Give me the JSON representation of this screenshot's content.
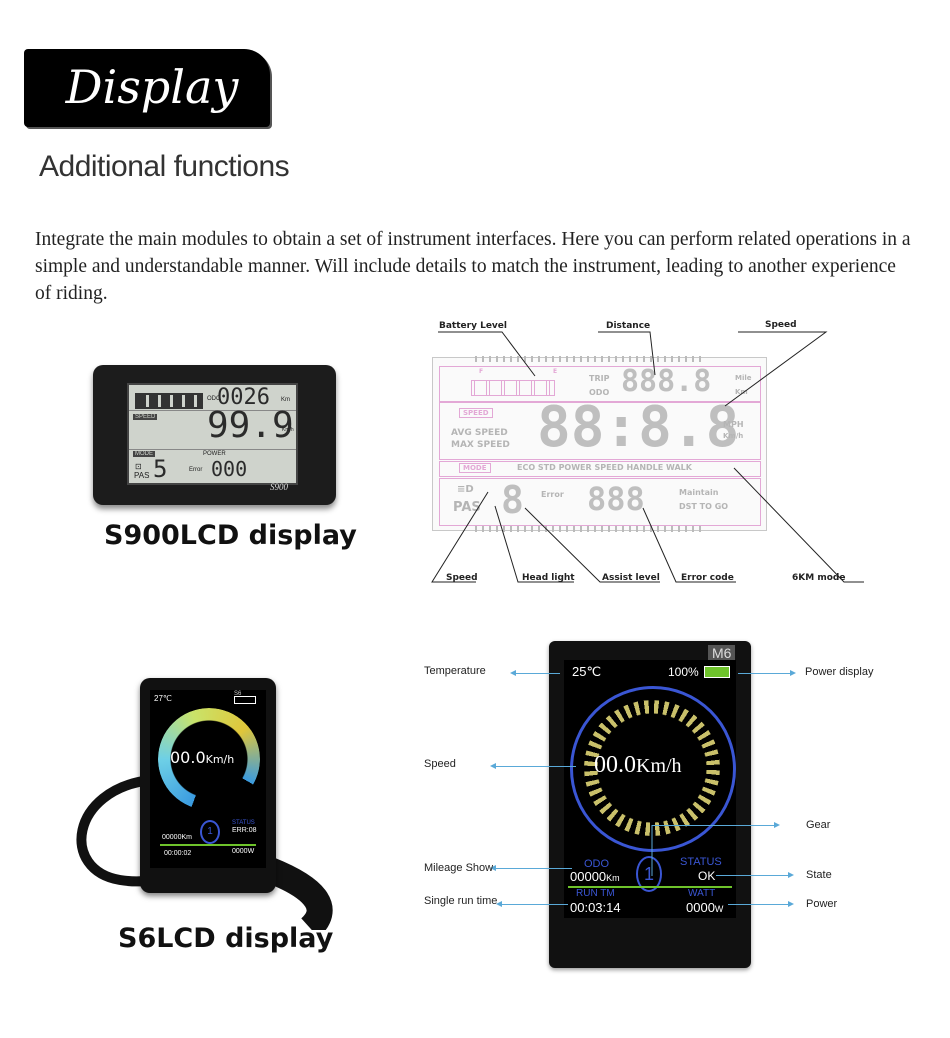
{
  "header": {
    "title": "Display",
    "subtitle": "Additional functions"
  },
  "intro": "Integrate the main modules to obtain a set of instrument interfaces. Here you can perform related operations in a simple and understandable manner. Will include details to match the instrument, leading to another experience of riding.",
  "s900": {
    "caption": "S900LCD display",
    "brand": "S900",
    "screen": {
      "odo": "ODO",
      "dist": "0026",
      "km": "Km",
      "speed_tag": "SPEED",
      "speed": "99.9",
      "kmh": "Km/h",
      "mode": "MODE",
      "power": "POWER",
      "pas": "PAS",
      "level": "5",
      "error": "Error",
      "code": "000"
    },
    "diagram": {
      "labels": {
        "battery": "Battery Level",
        "distance": "Distance",
        "speed_top": "Speed",
        "speed_bottom": "Speed",
        "headlight": "Head light",
        "assist": "Assist level",
        "error_code": "Error code",
        "mode6km": "6KM mode"
      },
      "text": {
        "trip": "TRIP",
        "odo": "ODO",
        "mile": "Mile",
        "km": "Km",
        "speed": "SPEED",
        "avg": "AVG SPEED",
        "max": "MAX SPEED",
        "mph": "MPH",
        "kmh": "Km/h",
        "mode": "MODE",
        "modes": "ECO STD POWER SPEED HANDLE WALK",
        "pas": "PAS",
        "error": "Error",
        "maintain": "Maintain",
        "dst": "DST  TO GO",
        "f": "F",
        "e": "E"
      }
    }
  },
  "s6": {
    "caption": "S6LCD display",
    "small": {
      "temp": "27℃",
      "model": "S6",
      "speed": "00.0",
      "unit": "Km/h",
      "odo": "00000Km",
      "err": "ERR:08",
      "time": "00:00:02",
      "watt": "0000W",
      "gear": "1",
      "status": "STATUS"
    },
    "big": {
      "model": "M6",
      "temp": "25℃",
      "battery": "100%",
      "speed": "00.0",
      "unit": "Km/h",
      "odo_tag": "ODO",
      "odo": "00000",
      "km": "Km",
      "runtm_tag": "RUN TM",
      "time": "00:03:14",
      "gear": "1",
      "status_tag": "STATUS",
      "status": "OK",
      "watt_tag": "WATT",
      "watt": "0000",
      "w": "W"
    },
    "annotations": {
      "temperature": "Temperature",
      "power_display": "Power display",
      "speed": "Speed",
      "gear": "Gear",
      "mileage": "Mileage Show",
      "state": "State",
      "single_run": "Single run time",
      "power": "Power"
    }
  },
  "colors": {
    "pink": "#e3a8d6",
    "blue": "#3a56d4",
    "green": "#6ec32b",
    "arrow": "#5aa9d8"
  }
}
